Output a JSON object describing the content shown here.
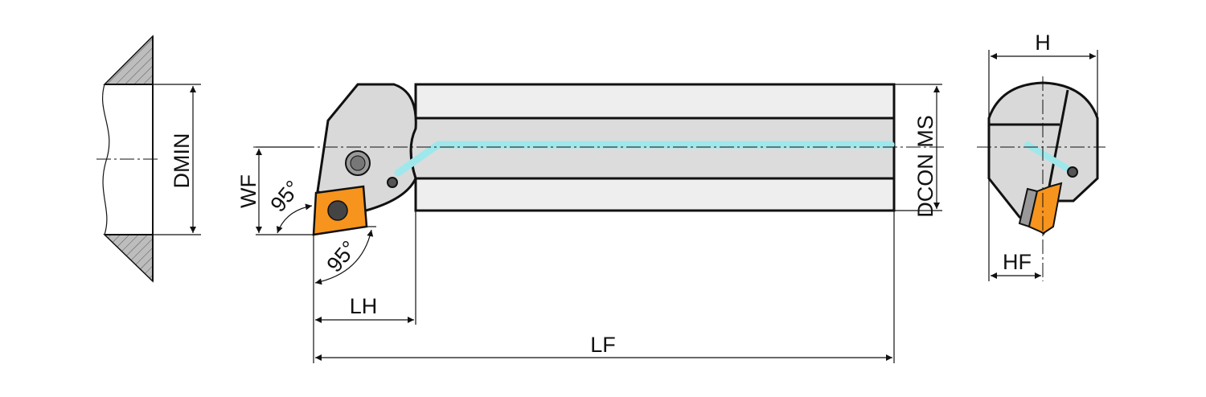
{
  "labels": {
    "dmin": "DMIN",
    "wf": "WF",
    "angle1": "95°",
    "angle2": "95°",
    "lh": "LH",
    "lf": "LF",
    "dcon": "DCON MS",
    "h": "H",
    "hf": "HF"
  },
  "colors": {
    "body": "#d9d9d9",
    "bar": "#eeeeee",
    "insert": "#f7941d",
    "coolant": "#9ee8ec",
    "outline": "#111111"
  }
}
